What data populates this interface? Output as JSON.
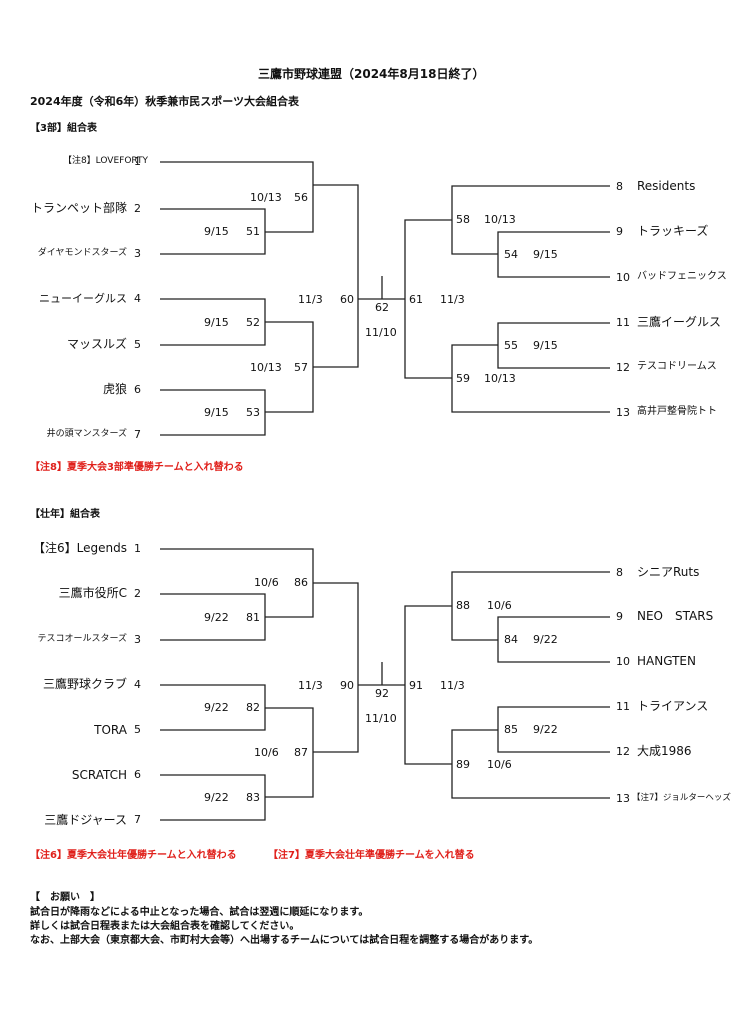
{
  "header": {
    "title": "三鷹市野球連盟（2024年8月18日終了）",
    "subtitle": "2024年度（令和6年）秋季兼市民スポーツ大会組合表"
  },
  "div3": {
    "section": "【3部】組合表",
    "teams": [
      {
        "name": "【注8】LOVEFORTY",
        "seed": "1"
      },
      {
        "name": "トランペット部隊",
        "seed": "2"
      },
      {
        "name": "ダイヤモンドスターズ",
        "seed": "3"
      },
      {
        "name": "ニューイーグルス",
        "seed": "4"
      },
      {
        "name": "マッスルズ",
        "seed": "5"
      },
      {
        "name": "虎狼",
        "seed": "6"
      },
      {
        "name": "井の頭マンスターズ",
        "seed": "7"
      },
      {
        "name": "Residents",
        "seed": "8"
      },
      {
        "name": "トラッキーズ",
        "seed": "9"
      },
      {
        "name": "バッドフェニックス",
        "seed": "10"
      },
      {
        "name": "三鷹イーグルス",
        "seed": "11"
      },
      {
        "name": "テスコドリームス",
        "seed": "12"
      },
      {
        "name": "高井戸整骨院トト",
        "seed": "13"
      }
    ],
    "matches": {
      "g51": {
        "no": "51",
        "date": "9/15"
      },
      "g52": {
        "no": "52",
        "date": "9/15"
      },
      "g53": {
        "no": "53",
        "date": "9/15"
      },
      "g56": {
        "no": "56",
        "date": "10/13"
      },
      "g57": {
        "no": "57",
        "date": "10/13"
      },
      "g60": {
        "no": "60",
        "date": "11/3"
      },
      "g54": {
        "no": "54",
        "date": "9/15"
      },
      "g55": {
        "no": "55",
        "date": "9/15"
      },
      "g58": {
        "no": "58",
        "date": "10/13"
      },
      "g59": {
        "no": "59",
        "date": "10/13"
      },
      "g61": {
        "no": "61",
        "date": "11/3"
      },
      "final": {
        "no": "62",
        "date": "11/10"
      }
    },
    "note": "【注8】夏季大会3部準優勝チームと入れ替わる"
  },
  "senior": {
    "section": "【壮年】組合表",
    "teams": [
      {
        "name": "【注6】Legends",
        "seed": "1"
      },
      {
        "name": "三鷹市役所C",
        "seed": "2"
      },
      {
        "name": "テスコオールスターズ",
        "seed": "3"
      },
      {
        "name": "三鷹野球クラブ",
        "seed": "4"
      },
      {
        "name": "TORA",
        "seed": "5"
      },
      {
        "name": "SCRATCH",
        "seed": "6"
      },
      {
        "name": "三鷹ドジャース",
        "seed": "7"
      },
      {
        "name": "シニアRuts",
        "seed": "8"
      },
      {
        "name": "NEO　STARS",
        "seed": "9"
      },
      {
        "name": "HANGTEN",
        "seed": "10"
      },
      {
        "name": "トライアンス",
        "seed": "11"
      },
      {
        "name": "大成1986",
        "seed": "12"
      },
      {
        "name": "【注7】ジョルターヘッズ",
        "seed": "13"
      }
    ],
    "matches": {
      "g81": {
        "no": "81",
        "date": "9/22"
      },
      "g82": {
        "no": "82",
        "date": "9/22"
      },
      "g83": {
        "no": "83",
        "date": "9/22"
      },
      "g86": {
        "no": "86",
        "date": "10/6"
      },
      "g87": {
        "no": "87",
        "date": "10/6"
      },
      "g90": {
        "no": "90",
        "date": "11/3"
      },
      "g84": {
        "no": "84",
        "date": "9/22"
      },
      "g85": {
        "no": "85",
        "date": "9/22"
      },
      "g88": {
        "no": "88",
        "date": "10/6"
      },
      "g89": {
        "no": "89",
        "date": "10/6"
      },
      "g91": {
        "no": "91",
        "date": "11/3"
      },
      "final": {
        "no": "92",
        "date": "11/10"
      }
    },
    "note1": "【注6】夏季大会壮年優勝チームと入れ替わる",
    "note2": "【注7】夏季大会壮年準優勝チームを入れ替る"
  },
  "request": {
    "heading": "【　お願い　】",
    "lines": [
      "試合日が降雨などによる中止となった場合、試合は翌週に順延になります。",
      "詳しくは試合日程表または大会組合表を確認してください。",
      "なお、上部大会（東京都大会、市町村大会等）へ出場するチームについては試合日程を調整する場合があります。"
    ]
  }
}
